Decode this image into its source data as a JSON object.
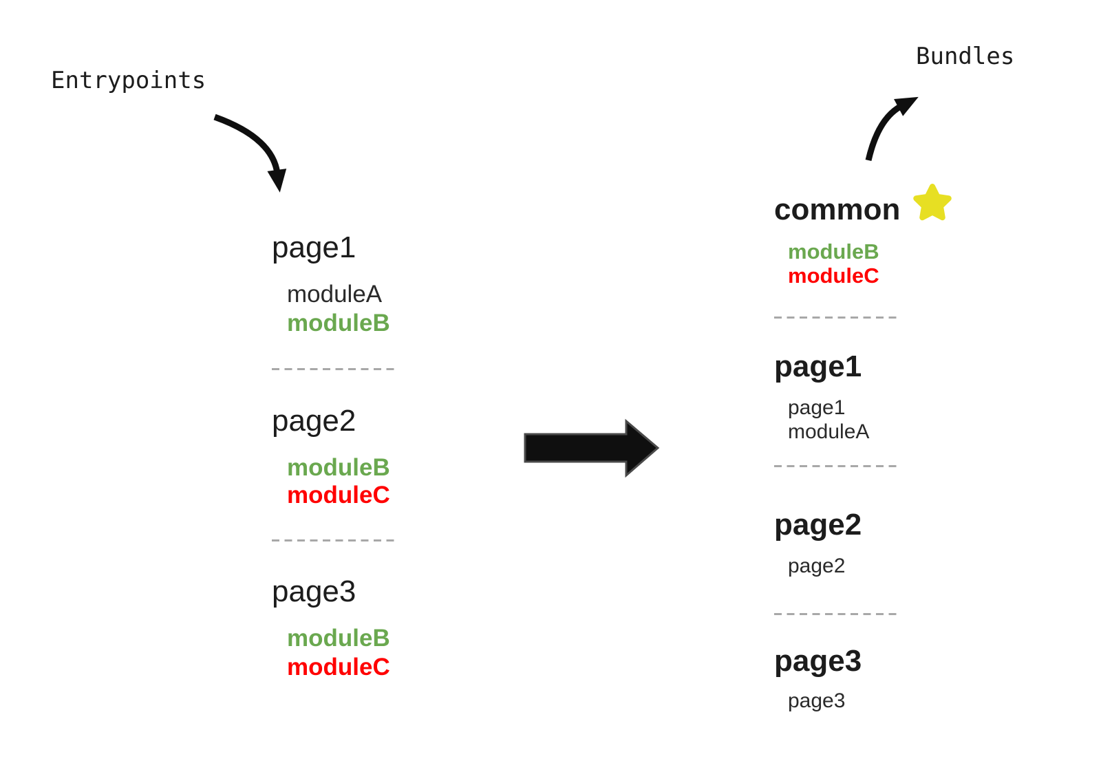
{
  "labels": {
    "entrypoints": "Entrypoints",
    "bundles": "Bundles"
  },
  "colors": {
    "heading": "#1c1c1c",
    "text": "#2a2a2a",
    "green": "#6aa84f",
    "red": "#ff0000",
    "star": "#e7df23",
    "dash": "#a8a8a8",
    "arrow": "#0f0f0f"
  },
  "entrypoints": [
    {
      "title": "page1",
      "modules": [
        {
          "name": "moduleA",
          "hex": "#2a2a2a"
        },
        {
          "name": "moduleB",
          "hex": "#6aa84f"
        }
      ]
    },
    {
      "title": "page2",
      "modules": [
        {
          "name": "moduleB",
          "hex": "#6aa84f"
        },
        {
          "name": "moduleC",
          "hex": "#ff0000"
        }
      ]
    },
    {
      "title": "page3",
      "modules": [
        {
          "name": "moduleB",
          "hex": "#6aa84f"
        },
        {
          "name": "moduleC",
          "hex": "#ff0000"
        }
      ]
    }
  ],
  "bundles": [
    {
      "title": "common",
      "icon": "star",
      "modules": [
        {
          "name": "moduleB",
          "hex": "#6aa84f"
        },
        {
          "name": "moduleC",
          "hex": "#ff0000"
        }
      ]
    },
    {
      "title": "page1",
      "modules": [
        {
          "name": "page1",
          "hex": "#2a2a2a"
        },
        {
          "name": "moduleA",
          "hex": "#2a2a2a"
        }
      ]
    },
    {
      "title": "page2",
      "modules": [
        {
          "name": "page2",
          "hex": "#2a2a2a"
        }
      ]
    },
    {
      "title": "page3",
      "modules": [
        {
          "name": "page3",
          "hex": "#2a2a2a"
        }
      ]
    }
  ]
}
